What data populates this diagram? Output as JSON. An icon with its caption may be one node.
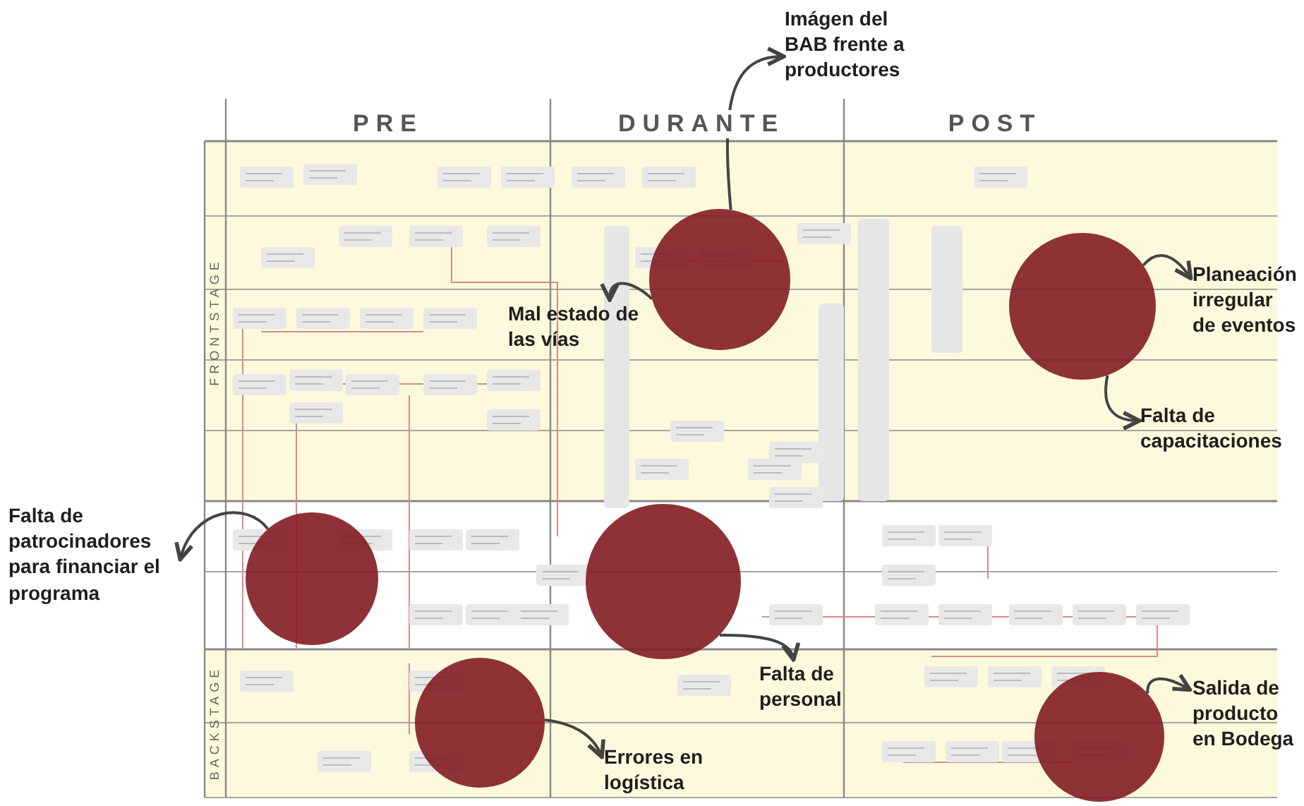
{
  "diagram": {
    "nodes": [
      {
        "text": [
          "Imágen del BAB frente a productores"
        ]
      },
      {
        "text": [],
        "shape": "circle"
      },
      {
        "text": [
          "Planeación irregular de eventos"
        ]
      },
      {
        "text": [],
        "shape": "circle"
      },
      {
        "text": [
          "Mal estado de las vías"
        ]
      },
      {
        "text": [
          "Falta de capacitaciones"
        ]
      },
      {
        "text": [
          "Falta de patrocinadores para financiar el programa"
        ]
      },
      {
        "text": [],
        "shape": "circle"
      },
      {
        "text": [],
        "shape": "circle"
      },
      {
        "text": [
          "Falta de personal"
        ]
      },
      {
        "text": [
          "Salida de producto en Bodega"
        ]
      },
      {
        "text": [],
        "shape": "circle"
      },
      {
        "text": [
          "Errores en logística"
        ]
      },
      {
        "text": [],
        "shape": "circle"
      }
    ],
    "edges": [
      {
        "from": 1,
        "to": 0,
        "arrow": "to"
      },
      {
        "from": 1,
        "to": 4,
        "arrow": "to"
      },
      {
        "from": 3,
        "to": 2,
        "arrow": "to"
      },
      {
        "from": 3,
        "to": 5,
        "arrow": "to"
      },
      {
        "from": 7,
        "to": 6,
        "arrow": "to"
      },
      {
        "from": 8,
        "to": 9,
        "arrow": "to"
      },
      {
        "from": 11,
        "to": 12,
        "arrow": "to"
      },
      {
        "from": 13,
        "to": 10,
        "arrow": "to"
      }
    ],
    "labels": [
      "PRE",
      "DURANTE",
      "POST",
      "FRONTSTAGE",
      "BACKSTAGE"
    ]
  }
}
